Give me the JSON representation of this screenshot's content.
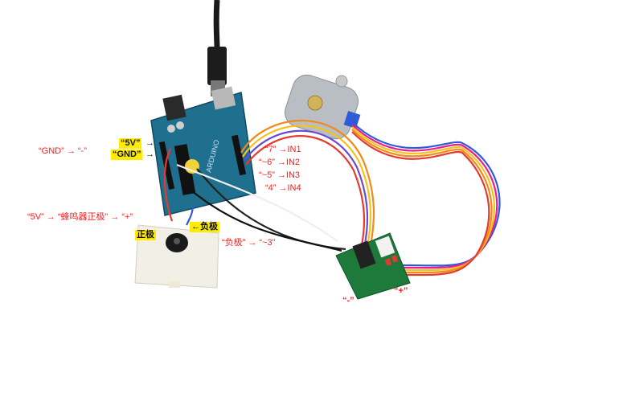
{
  "photo": {
    "labels": {
      "gnd_minus": "“GND” → “-”",
      "five_v": "“5V”",
      "gnd": "“GND”",
      "arrow_5v": "→",
      "arrow_gnd": "→",
      "in1": "“7” →IN1",
      "in2": "“~6” →IN2",
      "in3": "“~5” →IN3",
      "in4": "“4” →IN4",
      "buzzer_pos_chain": "“5V” → “蜂鸣器正极” → “+”",
      "zhengji": "正极",
      "fuji": "←负极",
      "neg_to_3": "“负极” → “~3”",
      "driver_minus": "“-”",
      "driver_plus": "“+”"
    },
    "colors": {
      "annotation_red": "#ff1a1a",
      "highlight_yellow": "#ffeb00",
      "arduino_blue": "#1f6f8f",
      "driver_green": "#1e7a3a",
      "wire_orange": "#f08a1a",
      "wire_red": "#e53b2e",
      "wire_yellow": "#f4c21c",
      "wire_purple": "#6a4bd0",
      "wire_blue": "#2f5bd8"
    }
  }
}
